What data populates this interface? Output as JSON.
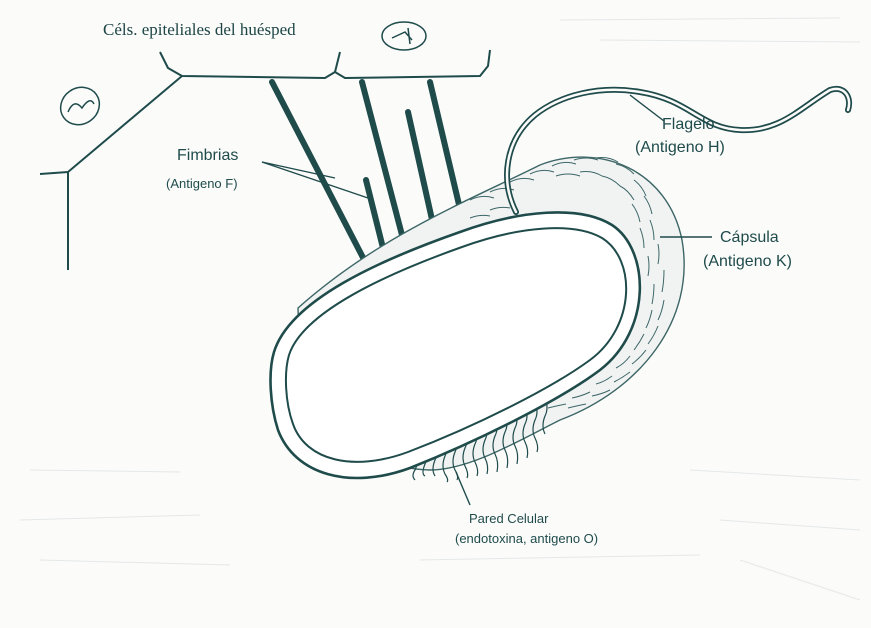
{
  "labels": {
    "host_cells": "Céls. epiteliales del huésped",
    "fimbrias_name": "Fimbrias",
    "fimbrias_antigen": "(Antigeno F)",
    "flagelo_name": "Flagelo",
    "flagelo_antigen": "(Antigeno H)",
    "capsula_name": "Cápsula",
    "capsula_antigen": "(Antigeno K)",
    "pared_name": "Pared Celular",
    "pared_antigen": "(endotoxina, antigeno O)"
  },
  "colors": {
    "ink": "#1f4b4b",
    "capsule_hatch": "#3d6666",
    "background": "#fbfbfa"
  }
}
